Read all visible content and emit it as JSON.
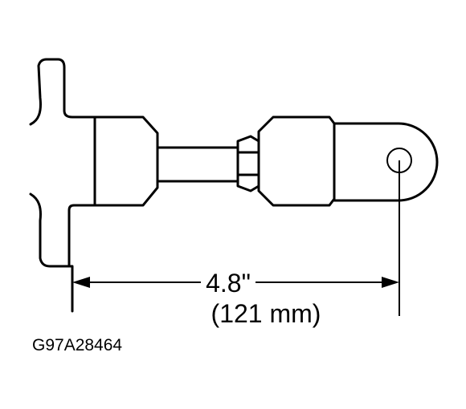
{
  "diagram": {
    "dimension": {
      "imperial": "4.8\"",
      "metric": "(121 mm)"
    },
    "figure_id": "G97A28464",
    "colors": {
      "line": "#000000",
      "background": "#ffffff"
    }
  }
}
